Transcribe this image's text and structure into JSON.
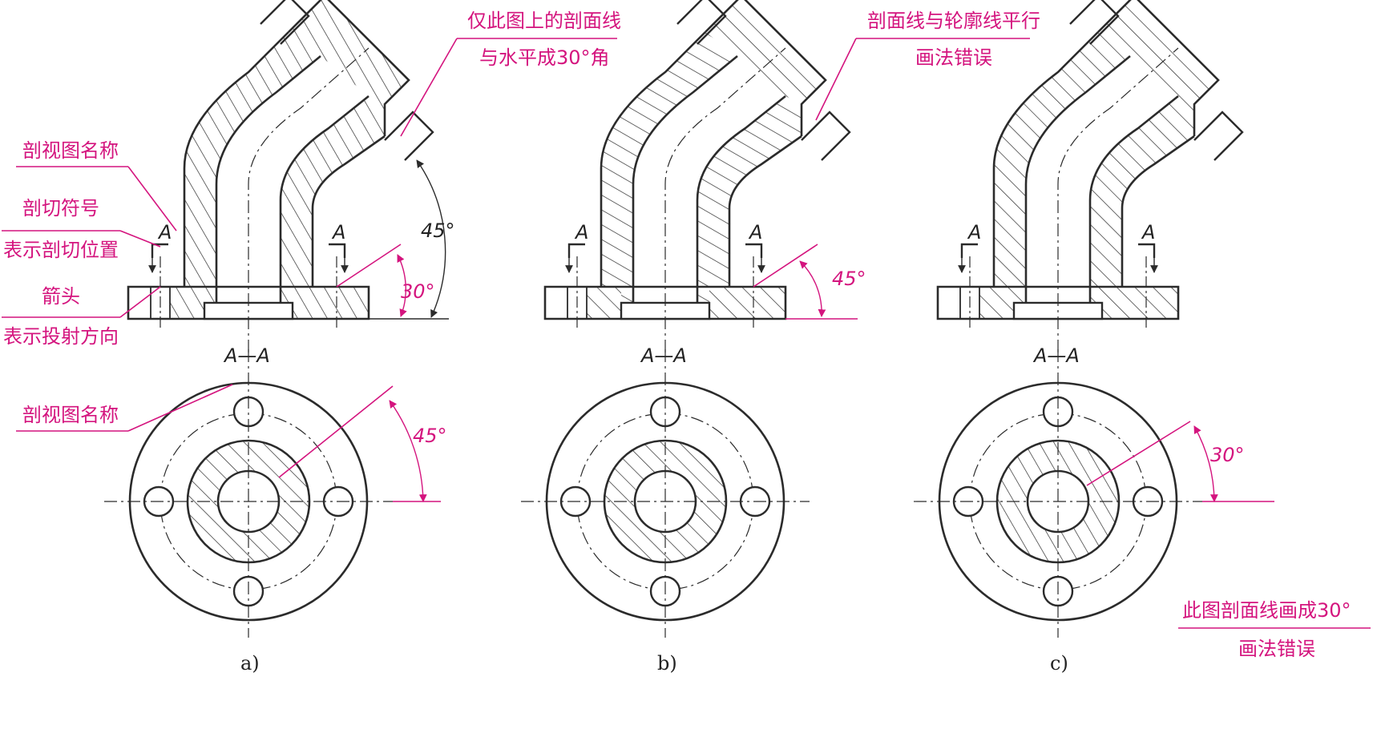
{
  "colors": {
    "line": "#2b2b2b",
    "annotation": "#d4147e",
    "paper": "#ffffff"
  },
  "panel_a": {
    "caption": "a)",
    "section_label": "A",
    "view_name": "A—A",
    "note_hatch_1": "仅此图上的剖面线",
    "note_hatch_2": "与水平成30°角",
    "note_name": "剖视图名称",
    "note_symbol_1": "剖切符号",
    "note_symbol_2": "表示剖切位置",
    "note_arrow_1": "箭头",
    "note_arrow_2": "表示投射方向",
    "note_name_bottom": "剖视图名称",
    "angle_45": "45°",
    "angle_30": "30°",
    "angle_bottom": "45°"
  },
  "panel_b": {
    "caption": "b)",
    "section_label": "A",
    "view_name": "A—A",
    "note_1": "剖面线与轮廓线平行",
    "note_2": "画法错误",
    "angle": "45°"
  },
  "panel_c": {
    "caption": "c)",
    "section_label": "A",
    "view_name": "A—A",
    "note_1": "此图剖面线画成30°",
    "note_2": "画法错误",
    "angle": "30°"
  }
}
